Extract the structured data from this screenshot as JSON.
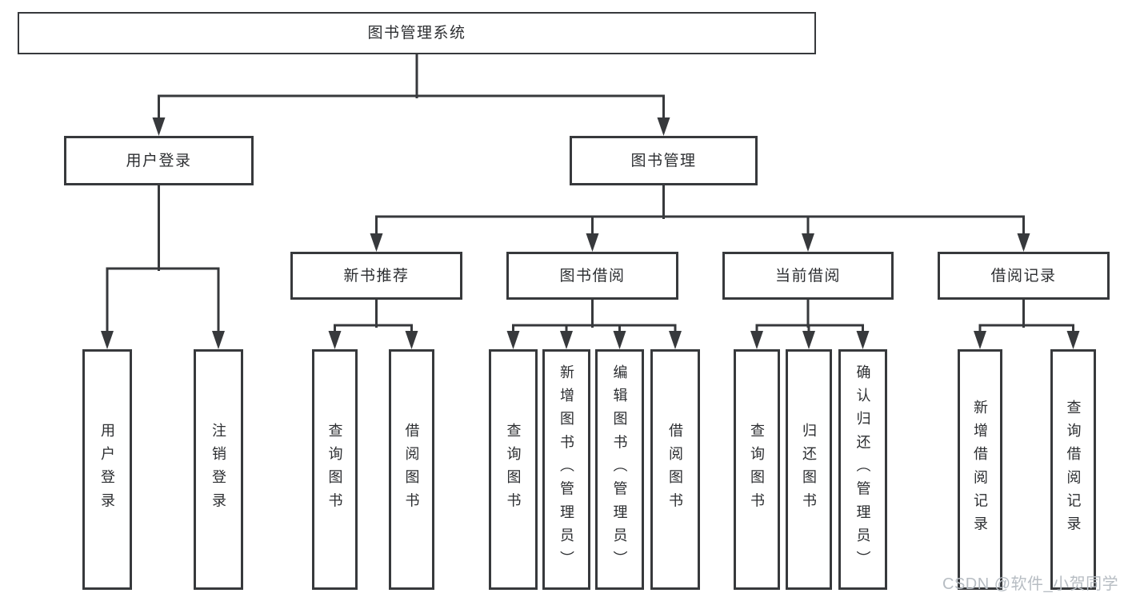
{
  "colors": {
    "line": "#37393c",
    "box_border": "#37393c",
    "text": "#2c2e31",
    "watermark": "#b7bdc3",
    "background": "#ffffff"
  },
  "watermark": {
    "text": "CSDN @软件_小贺同学"
  },
  "tree": {
    "label": "图书管理系统",
    "children": [
      {
        "label": "用户登录",
        "children": [
          {
            "label": "用户登录"
          },
          {
            "label": "注销登录"
          }
        ]
      },
      {
        "label": "图书管理",
        "children": [
          {
            "label": "新书推荐",
            "children": [
              {
                "label": "查询图书"
              },
              {
                "label": "借阅图书"
              }
            ]
          },
          {
            "label": "图书借阅",
            "children": [
              {
                "label": "查询图书"
              },
              {
                "label": "新增图书（管理员）"
              },
              {
                "label": "编辑图书（管理员）"
              },
              {
                "label": "借阅图书"
              }
            ]
          },
          {
            "label": "当前借阅",
            "children": [
              {
                "label": "查询图书"
              },
              {
                "label": "归还图书"
              },
              {
                "label": "确认归还（管理员）"
              }
            ]
          },
          {
            "label": "借阅记录",
            "children": [
              {
                "label": "新增借阅记录"
              },
              {
                "label": "查询借阅记录"
              }
            ]
          }
        ]
      }
    ]
  }
}
